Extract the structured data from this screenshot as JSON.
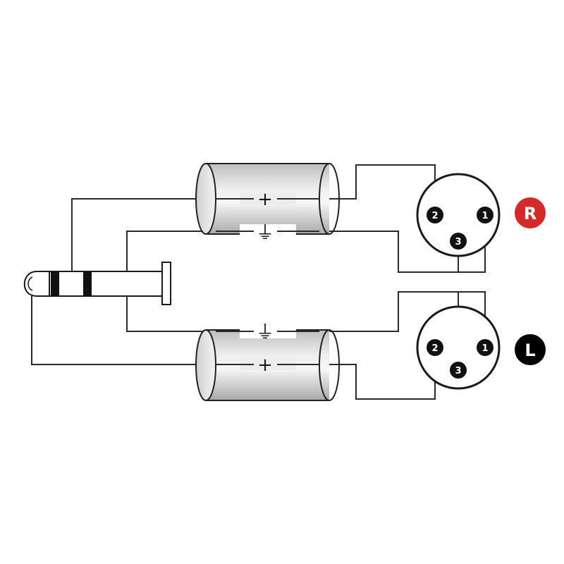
{
  "diagram": {
    "channels": {
      "right": {
        "badge_label": "R",
        "badge_color": "#d62a2a",
        "pins": [
          "2",
          "1",
          "3"
        ],
        "hot_symbol": "+",
        "shield_symbol": "⏚"
      },
      "left": {
        "badge_label": "L",
        "badge_color": "#000000",
        "pins": [
          "2",
          "1",
          "3"
        ],
        "hot_symbol": "+",
        "shield_symbol": "⏚"
      }
    },
    "icons": {
      "plug": "trs-jack-plug-icon",
      "xlr": "xlr-connector-icon",
      "cable": "shielded-cable-icon"
    }
  }
}
